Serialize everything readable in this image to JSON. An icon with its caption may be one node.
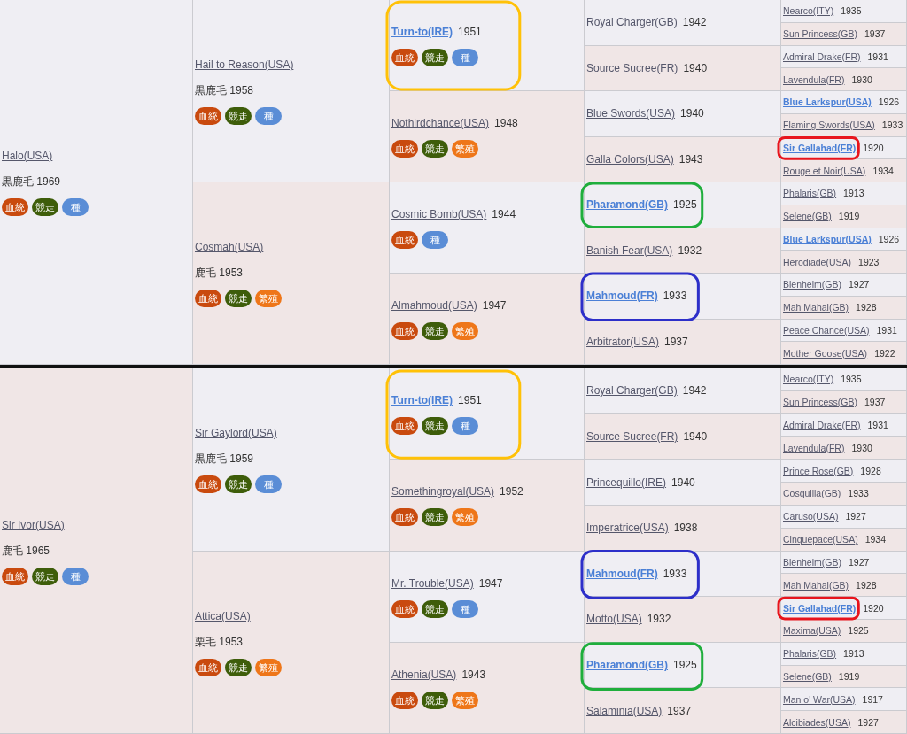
{
  "diagram": {
    "nodes": [
      {
        "text": [
          "Halo(USA)",
          "黒鹿毛 1969"
        ]
      },
      {
        "text": [
          "血統"
        ],
        "in": 0
      },
      {
        "text": [
          "競走"
        ],
        "in": 0
      },
      {
        "text": [
          "種"
        ],
        "in": 0
      },
      {
        "text": [
          "Hail to Reason(USA)",
          "黒鹿毛 1958"
        ]
      },
      {
        "text": [
          "血統"
        ],
        "in": 4
      },
      {
        "text": [
          "競走"
        ],
        "in": 4
      },
      {
        "text": [
          "種"
        ],
        "in": 4
      },
      {
        "text": [
          "Turn-to(IRE)",
          "1951"
        ]
      },
      {
        "text": [
          "血統"
        ],
        "in": 8
      },
      {
        "text": [
          "競走"
        ],
        "in": 8
      },
      {
        "text": [
          "種"
        ],
        "in": 8
      },
      {
        "text": [
          "Royal Charger(GB)",
          "1942"
        ]
      },
      {
        "text": [
          "Nearco(ITY)",
          "1935"
        ]
      },
      {
        "text": [
          "Sun Princess(GB)",
          "1937"
        ]
      },
      {
        "text": [
          "Source Sucree(FR)",
          "1940"
        ]
      },
      {
        "text": [
          "Admiral Drake(FR)",
          "1931"
        ]
      },
      {
        "text": [
          "Lavendula(FR)",
          "1930"
        ]
      },
      {
        "text": [
          "Nothirdchance(USA)",
          "1948"
        ]
      },
      {
        "text": [
          "血統"
        ],
        "in": 18
      },
      {
        "text": [
          "競走"
        ],
        "in": 18
      },
      {
        "text": [
          "繁殖"
        ],
        "in": 18
      },
      {
        "text": [
          "Blue Swords(USA)",
          "1940"
        ]
      },
      {
        "text": [
          "Blue Larkspur(USA)",
          "1926"
        ]
      },
      {
        "text": [
          "Flaming Swords(USA)",
          "1933"
        ]
      },
      {
        "text": [
          "Galla Colors(USA)",
          "1943"
        ]
      },
      {
        "text": [
          "Sir Gallahad(FR)",
          "1920"
        ]
      },
      {
        "text": [
          "Rouge et Noir(USA)",
          "1934"
        ]
      },
      {
        "text": [
          "Cosmah(USA)",
          "鹿毛 1953"
        ]
      },
      {
        "text": [
          "血統"
        ],
        "in": 28
      },
      {
        "text": [
          "競走"
        ],
        "in": 28
      },
      {
        "text": [
          "繁殖"
        ],
        "in": 28
      },
      {
        "text": [
          "Cosmic Bomb(USA)",
          "1944"
        ]
      },
      {
        "text": [
          "血統"
        ],
        "in": 32
      },
      {
        "text": [
          "種"
        ],
        "in": 32
      },
      {
        "text": [
          "Pharamond(GB)",
          "1925"
        ]
      },
      {
        "text": [
          "Phalaris(GB)",
          "1913"
        ]
      },
      {
        "text": [
          "Selene(GB)",
          "1919"
        ]
      },
      {
        "text": [
          "Banish Fear(USA)",
          "1932"
        ]
      },
      {
        "text": [
          "Blue Larkspur(USA)",
          "1926"
        ]
      },
      {
        "text": [
          "Herodiade(USA)",
          "1923"
        ]
      },
      {
        "text": [
          "Almahmoud(USA)",
          "1947"
        ]
      },
      {
        "text": [
          "血統"
        ],
        "in": 41
      },
      {
        "text": [
          "競走"
        ],
        "in": 41
      },
      {
        "text": [
          "繁殖"
        ],
        "in": 41
      },
      {
        "text": [
          "Mahmoud(FR)",
          "1933"
        ]
      },
      {
        "text": [
          "Blenheim(GB)",
          "1927"
        ]
      },
      {
        "text": [
          "Mah Mahal(GB)",
          "1928"
        ]
      },
      {
        "text": [
          "Arbitrator(USA)",
          "1937"
        ]
      },
      {
        "text": [
          "Peace Chance(USA)",
          "1931"
        ]
      },
      {
        "text": [
          "Mother Goose(USA)",
          "1922"
        ]
      },
      {
        "text": [
          "Sir Ivor(USA)",
          "鹿毛 1965"
        ]
      },
      {
        "text": [
          "血統"
        ],
        "in": 51
      },
      {
        "text": [
          "競走"
        ],
        "in": 51
      },
      {
        "text": [
          "種"
        ],
        "in": 51
      },
      {
        "text": [
          "Sir Gaylord(USA)",
          "黒鹿毛 1959"
        ]
      },
      {
        "text": [
          "血統"
        ],
        "in": 55
      },
      {
        "text": [
          "競走"
        ],
        "in": 55
      },
      {
        "text": [
          "種"
        ],
        "in": 55
      },
      {
        "text": [
          "Turn-to(IRE)",
          "1951"
        ]
      },
      {
        "text": [
          "血統"
        ],
        "in": 59
      },
      {
        "text": [
          "競走"
        ],
        "in": 59
      },
      {
        "text": [
          "種"
        ],
        "in": 59
      },
      {
        "text": [
          "Royal Charger(GB)",
          "1942"
        ]
      },
      {
        "text": [
          "Nearco(ITY)",
          "1935"
        ]
      },
      {
        "text": [
          "Sun Princess(GB)",
          "1937"
        ]
      },
      {
        "text": [
          "Source Sucree(FR)",
          "1940"
        ]
      },
      {
        "text": [
          "Admiral Drake(FR)",
          "1931"
        ]
      },
      {
        "text": [
          "Lavendula(FR)",
          "1930"
        ]
      },
      {
        "text": [
          "Somethingroyal(USA)",
          "1952"
        ]
      },
      {
        "text": [
          "血統"
        ],
        "in": 69
      },
      {
        "text": [
          "競走"
        ],
        "in": 69
      },
      {
        "text": [
          "繁殖"
        ],
        "in": 69
      },
      {
        "text": [
          "Princequillo(IRE)",
          "1940"
        ]
      },
      {
        "text": [
          "Prince Rose(GB)",
          "1928"
        ]
      },
      {
        "text": [
          "Cosquilla(GB)",
          "1933"
        ]
      },
      {
        "text": [
          "Imperatrice(USA)",
          "1938"
        ]
      },
      {
        "text": [
          "Caruso(USA)",
          "1927"
        ]
      },
      {
        "text": [
          "Cinquepace(USA)",
          "1934"
        ]
      },
      {
        "text": [
          "Attica(USA)",
          "栗毛 1953"
        ]
      },
      {
        "text": [
          "血統"
        ],
        "in": 79
      },
      {
        "text": [
          "競走"
        ],
        "in": 79
      },
      {
        "text": [
          "繁殖"
        ],
        "in": 79
      },
      {
        "text": [
          "Mr. Trouble(USA)",
          "1947"
        ]
      },
      {
        "text": [
          "血統"
        ],
        "in": 83
      },
      {
        "text": [
          "競走"
        ],
        "in": 83
      },
      {
        "text": [
          "種"
        ],
        "in": 83
      },
      {
        "text": [
          "Mahmoud(FR)",
          "1933"
        ]
      },
      {
        "text": [
          "Blenheim(GB)",
          "1927"
        ]
      },
      {
        "text": [
          "Mah Mahal(GB)",
          "1928"
        ]
      },
      {
        "text": [
          "Motto(USA)",
          "1932"
        ]
      },
      {
        "text": [
          "Sir Gallahad(FR)",
          "1920"
        ]
      },
      {
        "text": [
          "Maxima(USA)",
          "1925"
        ]
      },
      {
        "text": [
          "Athenia(USA)",
          "1943"
        ]
      },
      {
        "text": [
          "血統"
        ],
        "in": 93
      },
      {
        "text": [
          "競走"
        ],
        "in": 93
      },
      {
        "text": [
          "繁殖"
        ],
        "in": 93
      },
      {
        "text": [
          "Pharamond(GB)",
          "1925"
        ]
      },
      {
        "text": [
          "Phalaris(GB)",
          "1913"
        ]
      },
      {
        "text": [
          "Selene(GB)",
          "1919"
        ]
      },
      {
        "text": [
          "Salaminia(USA)",
          "1937"
        ]
      },
      {
        "text": [
          "Man o' War(USA)",
          "1917"
        ]
      },
      {
        "text": [
          "Alcibiades(USA)",
          "1927"
        ]
      }
    ]
  }
}
